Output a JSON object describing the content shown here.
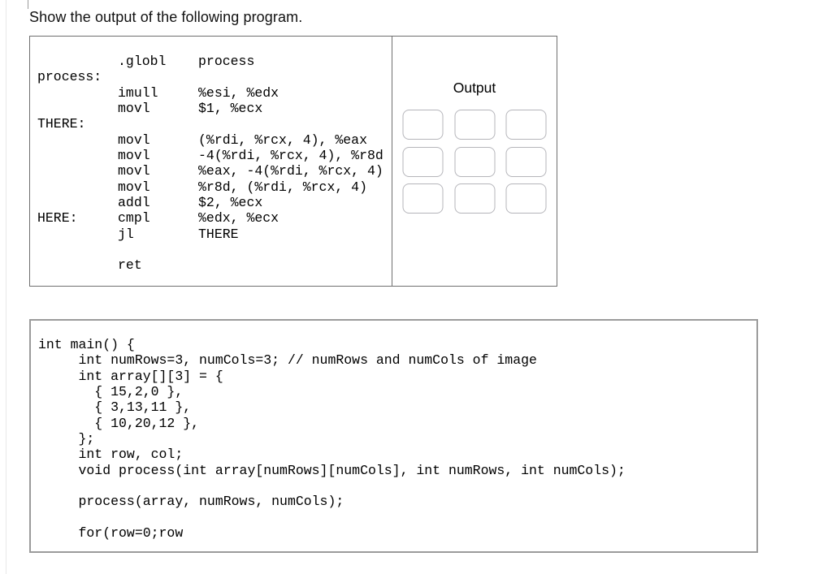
{
  "page": {
    "title": "Show the output of the following program."
  },
  "assembly_panel": {
    "code": "          .globl    process\nprocess:\n          imull     %esi, %edx\n          movl      $1, %ecx\nTHERE:\n          movl      (%rdi, %rcx, 4), %eax\n          movl      -4(%rdi, %rcx, 4), %r8d\n          movl      %eax, -4(%rdi, %rcx, 4)\n          movl      %r8d, (%rdi, %rcx, 4)\n          addl      $2, %ecx\nHERE:     cmpl      %edx, %ecx\n          jl        THERE\n\n          ret"
  },
  "output_panel": {
    "label": "Output",
    "rows": 3,
    "cols": 3,
    "cells": [
      {
        "value": ""
      },
      {
        "value": ""
      },
      {
        "value": ""
      },
      {
        "value": ""
      },
      {
        "value": ""
      },
      {
        "value": ""
      },
      {
        "value": ""
      },
      {
        "value": ""
      },
      {
        "value": ""
      }
    ]
  },
  "main_panel": {
    "code": "int main() {\n     int numRows=3, numCols=3; // numRows and numCols of image\n     int array[][3] = {\n       { 15,2,0 },\n       { 3,13,11 },\n       { 10,20,12 },\n     };\n     int row, col;\n     void process(int array[numRows][numCols], int numRows, int numCols);\n\n     process(array, numRows, numCols);\n\n     for(row=0;row"
  },
  "colors": {
    "text": "#000000",
    "panel_border_dark": "#6f6f6f",
    "panel_border_light": "#9b9b9b",
    "cell_border": "#b5b5ba"
  }
}
